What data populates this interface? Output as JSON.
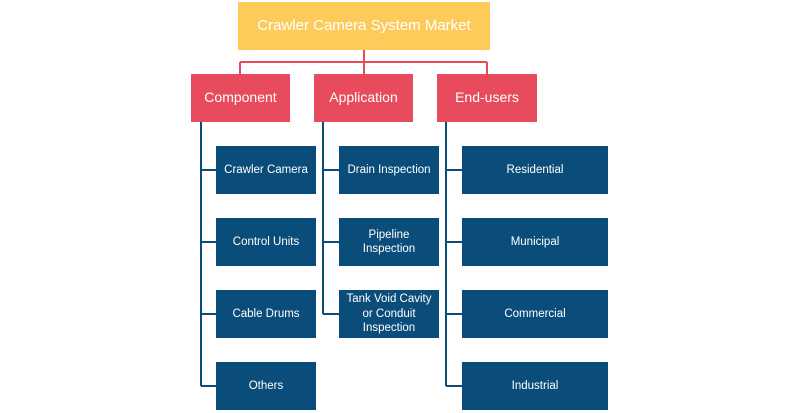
{
  "colors": {
    "root": "#FCCB5A",
    "category": "#E84B5E",
    "leaf": "#0B4D7A",
    "connector_top": "#E84B5E",
    "connector_branch": "#0B4D7A"
  },
  "diagram": {
    "root": "Crawler Camera System Market",
    "categories": [
      {
        "label": "Component",
        "items": [
          "Crawler Camera",
          "Control Units",
          "Cable Drums",
          "Others"
        ]
      },
      {
        "label": "Application",
        "items": [
          "Drain Inspection",
          "Pipeline Inspection",
          "Tank Void Cavity or Conduit Inspection"
        ]
      },
      {
        "label": "End-users",
        "items": [
          "Residential",
          "Municipal",
          "Commercial",
          "Industrial"
        ]
      }
    ]
  }
}
